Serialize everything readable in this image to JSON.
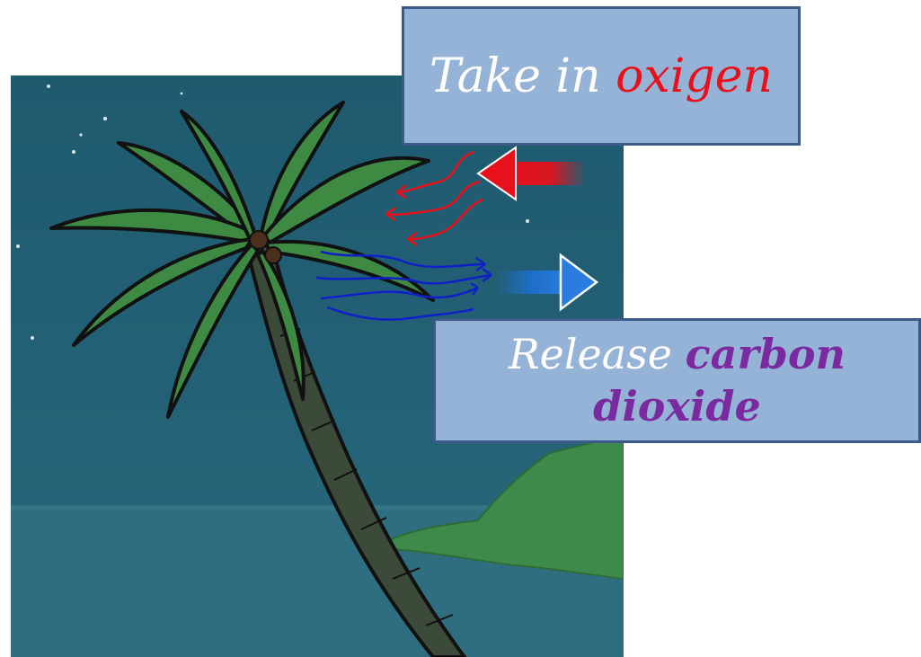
{
  "labels": {
    "intake": {
      "prefix": "Take in ",
      "highlight": "oxigen"
    },
    "release": {
      "prefix": "Release ",
      "highlight": "carbon dioxide"
    }
  },
  "colors": {
    "sky": "#1f5a6f",
    "box_fill": "#95b3d7",
    "box_border": "#3b5a8a",
    "oxygen": "#e8101a",
    "carbon_dioxide": "#7a2a9e",
    "intake_arrow": "#e8101a",
    "release_arrow": "#1e6fd0",
    "airflow_out": "#1020c8"
  },
  "icons": {
    "tree": "palm-tree-icon",
    "intake_arrow": "arrow-left-icon",
    "release_arrow": "arrow-right-icon"
  }
}
